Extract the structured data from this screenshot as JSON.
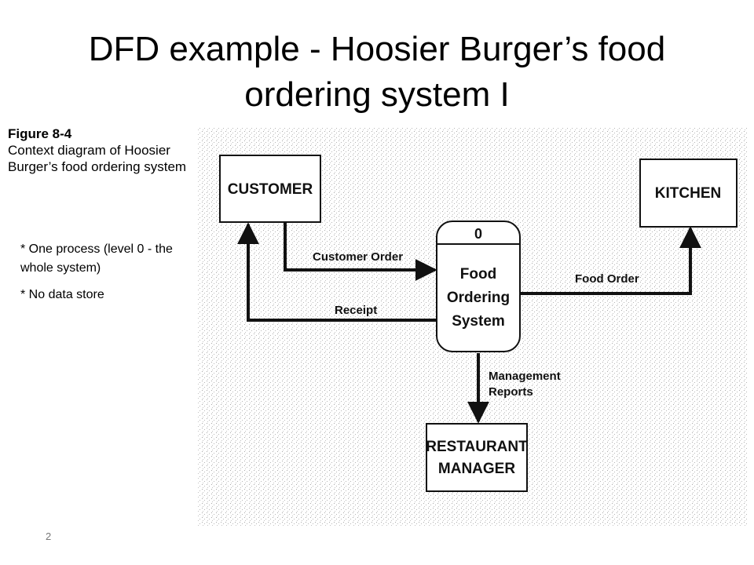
{
  "slide": {
    "title_line1": "DFD example - Hoosier Burger’s food",
    "title_line2": "ordering system I",
    "page_number": "2"
  },
  "caption": {
    "figure_label": "Figure 8-4",
    "description": "Context diagram of Hoosier Burger’s food ordering system"
  },
  "notes": {
    "note1": "* One process (level 0 - the whole system)",
    "note2": "* No data store"
  },
  "diagram": {
    "external_entities": {
      "customer": "CUSTOMER",
      "kitchen": "KITCHEN",
      "manager_line1": "RESTAURANT",
      "manager_line2": "MANAGER"
    },
    "process": {
      "number": "0",
      "line1": "Food",
      "line2": "Ordering",
      "line3": "System"
    },
    "data_flows": {
      "customer_order": "Customer Order",
      "receipt": "Receipt",
      "food_order": "Food Order",
      "management_reports_line1": "Management",
      "management_reports_line2": "Reports"
    },
    "colors": {
      "background_stipple": "#c8c8c8",
      "stroke": "#111111"
    }
  }
}
